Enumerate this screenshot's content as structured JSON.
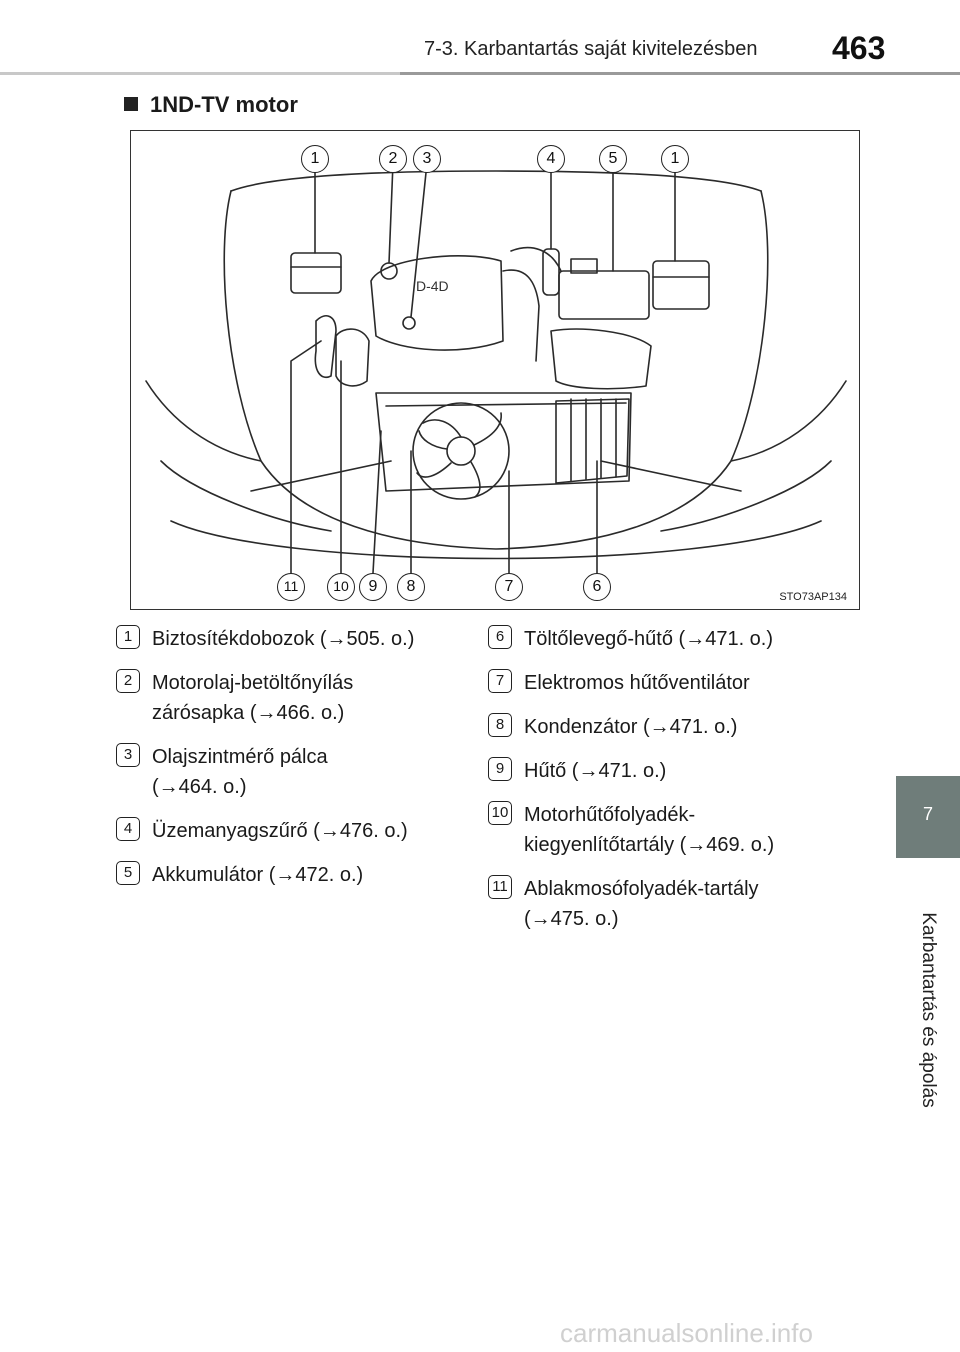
{
  "header": {
    "title": "7-3. Karbantartás saját kivitelezésben",
    "page_number": "463"
  },
  "section": {
    "title": "1ND-TV motor"
  },
  "figure": {
    "code": "STO73AP134",
    "callouts_top": [
      "1",
      "2",
      "3",
      "4",
      "5",
      "1"
    ],
    "callouts_bottom": [
      "11",
      "10",
      "9",
      "8",
      "7",
      "6"
    ]
  },
  "legend_left": [
    {
      "num": "1",
      "lines": [
        "Biztosítékdobozok (→505. o.)"
      ]
    },
    {
      "num": "2",
      "lines": [
        "Motorolaj-betöltőnyílás",
        "zárósapka (→466. o.)"
      ]
    },
    {
      "num": "3",
      "lines": [
        "Olajszintmérő pálca",
        "(→464. o.)"
      ]
    },
    {
      "num": "4",
      "lines": [
        "Üzemanyagszűrő (→476. o.)"
      ]
    },
    {
      "num": "5",
      "lines": [
        "Akkumulátor (→472. o.)"
      ]
    }
  ],
  "legend_right": [
    {
      "num": "6",
      "lines": [
        "Töltőlevegő-hűtő (→471. o.)"
      ]
    },
    {
      "num": "7",
      "lines": [
        "Elektromos hűtőventilátor"
      ]
    },
    {
      "num": "8",
      "lines": [
        "Kondenzátor (→471. o.)"
      ]
    },
    {
      "num": "9",
      "lines": [
        "Hűtő (→471. o.)"
      ]
    },
    {
      "num": "10",
      "lines": [
        "Motorhűtőfolyadék-",
        "kiegyenlítőtartály (→469. o.)"
      ]
    },
    {
      "num": "11",
      "lines": [
        "Ablakmosófolyadék-tartály",
        "(→475. o.)"
      ]
    }
  ],
  "side_tab": {
    "number": "7",
    "label": "Karbantartás és ápolás"
  },
  "watermark": "carmanualsonline.info"
}
